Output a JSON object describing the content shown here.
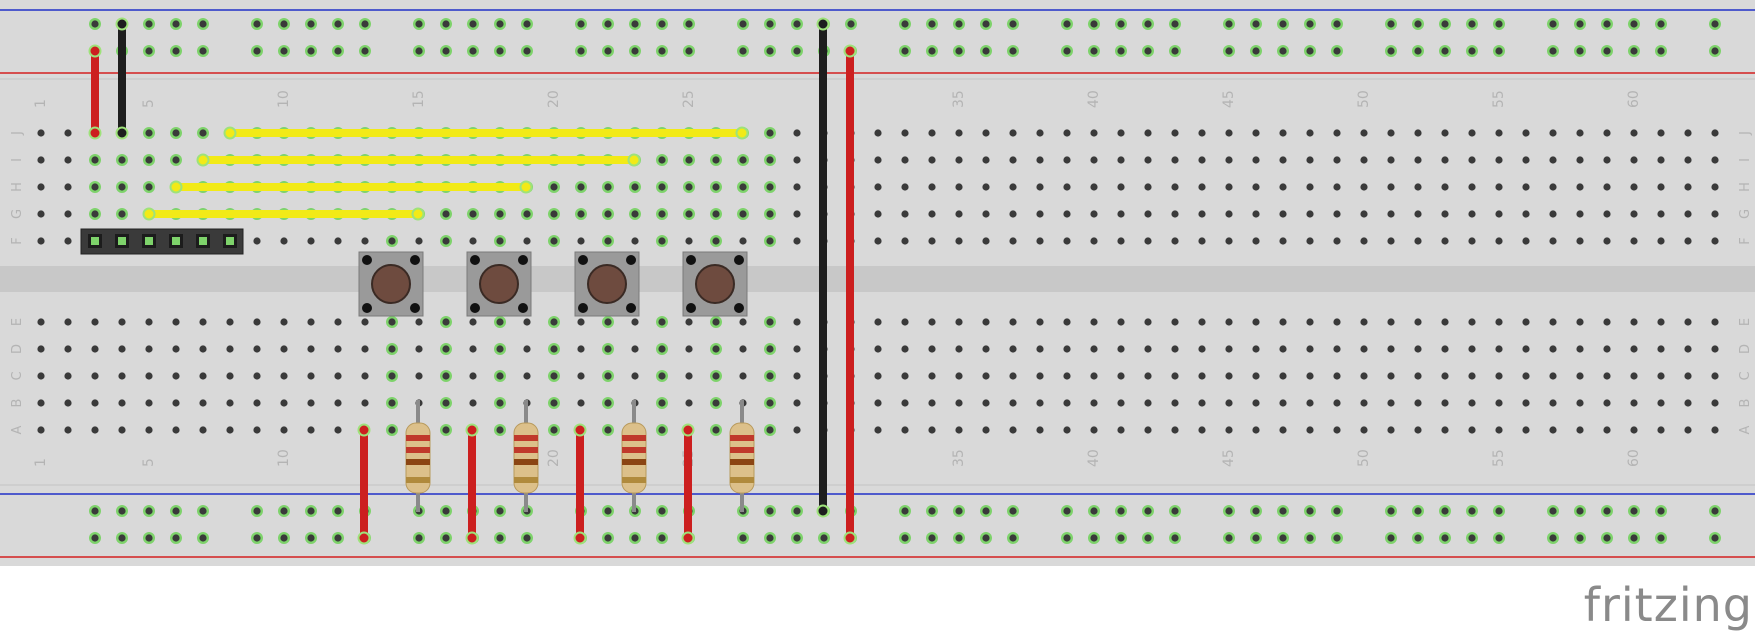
{
  "app": {
    "brand": "fritzing"
  },
  "breadboard": {
    "columns_total": 63,
    "column_number_labels": [
      "1",
      "5",
      "10",
      "15",
      "20",
      "25",
      "35",
      "40",
      "45",
      "50",
      "55",
      "60"
    ],
    "top_row_labels": [
      "J",
      "I",
      "H",
      "G",
      "F"
    ],
    "bottom_row_labels": [
      "E",
      "D",
      "C",
      "B",
      "A"
    ],
    "colors": {
      "board": "#d9d9d9",
      "gap_channel": "#c8c8c8",
      "hole": "#3a3a3a",
      "hole_connected": "#7ed36b",
      "rail_positive": "#d42020",
      "rail_negative": "#2030c8",
      "label": "#b4b4b4"
    }
  },
  "components": {
    "header": {
      "name": "header-strip",
      "pins": 6
    },
    "buttons": [
      {
        "name": "pushbutton-1"
      },
      {
        "name": "pushbutton-2"
      },
      {
        "name": "pushbutton-3"
      },
      {
        "name": "pushbutton-4"
      }
    ],
    "resistors": [
      {
        "name": "resistor-1",
        "bands": [
          "#c0392b",
          "#c0392b",
          "#8b4513",
          "#b08a3c"
        ]
      },
      {
        "name": "resistor-2",
        "bands": [
          "#c0392b",
          "#c0392b",
          "#8b4513",
          "#b08a3c"
        ]
      },
      {
        "name": "resistor-3",
        "bands": [
          "#c0392b",
          "#c0392b",
          "#8b4513",
          "#b08a3c"
        ]
      },
      {
        "name": "resistor-4",
        "bands": [
          "#c0392b",
          "#c0392b",
          "#8b4513",
          "#b08a3c"
        ]
      }
    ],
    "wire_colors": {
      "red": "#cc1f1f",
      "black": "#1e1e1e",
      "yellow": "#f2ea17"
    }
  }
}
